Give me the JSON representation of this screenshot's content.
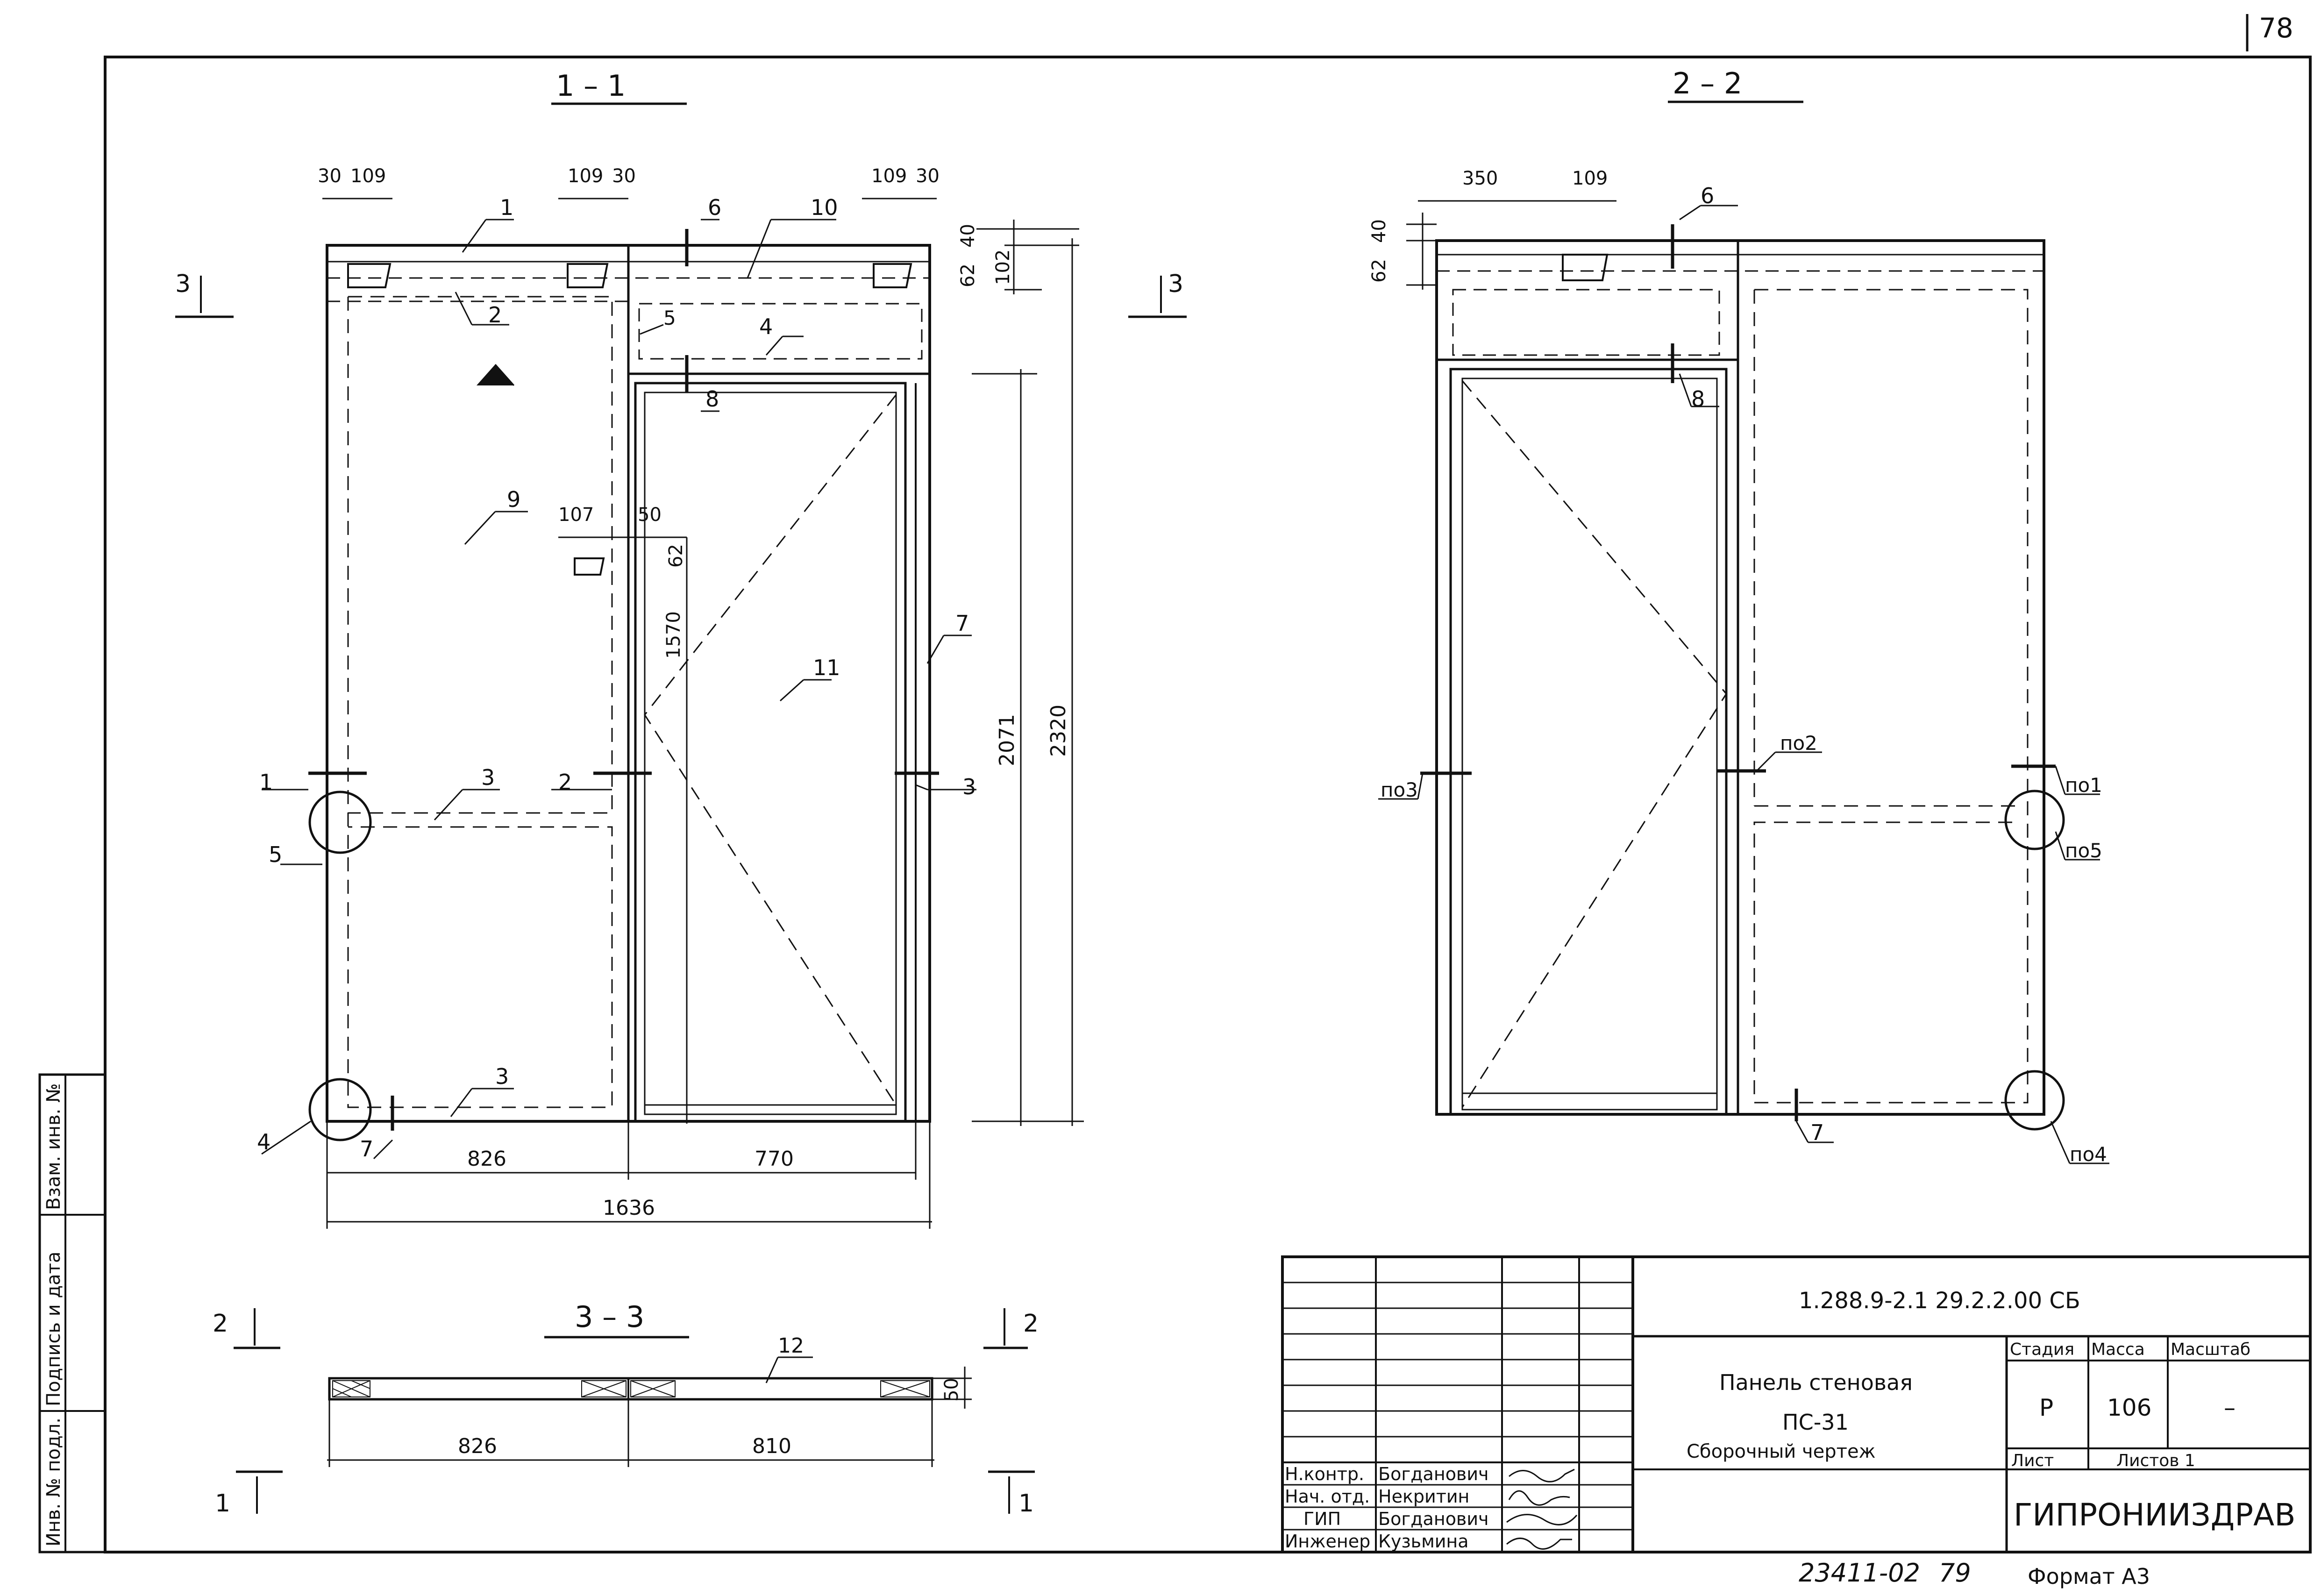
{
  "page_number": "78",
  "sections": {
    "s11": "1 – 1",
    "s22": "2 – 2",
    "s33": "3 – 3"
  },
  "section_marks": {
    "mark3": "3",
    "mark2": "2",
    "mark1": "1"
  },
  "dims_11": {
    "top_a": "30",
    "top_b": "109",
    "top_c": "109",
    "top_d": "30",
    "top_e": "109",
    "top_f": "30",
    "right_62": "62",
    "right_40": "40",
    "right_102": "102",
    "h_2320": "2320",
    "h_2071": "2071",
    "w_826": "826",
    "w_770": "770",
    "w_1636": "1636",
    "d_107": "107",
    "d_50": "50",
    "d_62": "62",
    "d_1570": "1570"
  },
  "callouts_11": [
    "1",
    "2",
    "3",
    "4",
    "5",
    "6",
    "7",
    "8",
    "9",
    "10",
    "11"
  ],
  "dims_22": {
    "top_350": "350",
    "top_109": "109",
    "left_62": "62",
    "left_40": "40"
  },
  "callouts_22": {
    "c6": "6",
    "c8": "8",
    "c7": "7",
    "po1": "по1",
    "po2": "по2",
    "po3": "по3",
    "po4": "по4",
    "po5": "по5"
  },
  "dims_33": {
    "w_826": "826",
    "w_810": "810",
    "t_50": "50",
    "c12": "12"
  },
  "margin_stamp": {
    "cells": [
      "Инв. № подл.",
      "Подпись и дата",
      "Взам. инв. №"
    ]
  },
  "title_block": {
    "doc_code": "1.288.9-2.1 29.2.2.00 СБ",
    "title_line1": "Панель стеновая",
    "title_line2": "ПС-31",
    "title_line3": "Сборочный чертеж",
    "stage_hdr": "Стадия",
    "mass_hdr": "Масса",
    "scale_hdr": "Масштаб",
    "stage": "Р",
    "mass": "106",
    "scale": "–",
    "sheet_hdr": "Лист",
    "sheets_hdr": "Листов 1",
    "org": "ГИПРОНИИЗДРАВ",
    "roles": [
      {
        "role": "Н.контр.",
        "name": "Богданович"
      },
      {
        "role": "Нач. отд.",
        "name": "Некритин"
      },
      {
        "role": "ГИП",
        "name": "Богданович"
      },
      {
        "role": "Инженер",
        "name": "Кузьмина"
      }
    ]
  },
  "footer": {
    "number": "23411-02",
    "sheet": "79",
    "format": "Формат А3"
  }
}
